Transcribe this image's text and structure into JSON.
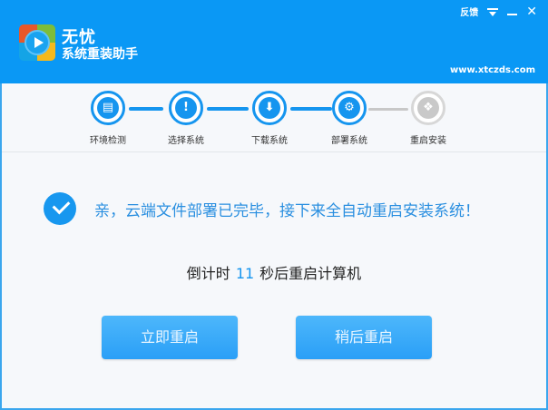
{
  "header": {
    "brand_line1": "无忧",
    "brand_line2": "系统重装助手",
    "feedback_label": "反馈",
    "site_url": "www.xtczds.com",
    "icons": {
      "logo": "windows-play-logo-icon",
      "menu": "menu-dropdown-icon",
      "minimize": "minimize-icon",
      "close": "close-icon"
    },
    "close_glyph": "✕"
  },
  "steps": [
    {
      "label": "环境检测",
      "icon": "computer-tower-icon",
      "glyph": "▤",
      "state": "done"
    },
    {
      "label": "选择系统",
      "icon": "system-file-icon",
      "glyph": "!",
      "state": "done"
    },
    {
      "label": "下载系统",
      "icon": "download-icon",
      "glyph": "⬇",
      "state": "done"
    },
    {
      "label": "部署系统",
      "icon": "windows-gear-icon",
      "glyph": "⚙",
      "state": "active"
    },
    {
      "label": "重启安装",
      "icon": "install-box-icon",
      "glyph": "❖",
      "state": "pending"
    }
  ],
  "message": {
    "text": "亲，云端文件部署已完毕，接下来全自动重启安装系统！",
    "icon": "check-circle-icon"
  },
  "countdown": {
    "prefix": "倒计时",
    "seconds": "11",
    "suffix": "秒后重启计算机"
  },
  "buttons": {
    "restart_now": "立即重启",
    "restart_later": "稍后重启"
  },
  "colors": {
    "header_bg": "#0a98f5",
    "accent": "#1595ef",
    "message_text": "#2a8fe0",
    "inactive": "#c8c8c8"
  }
}
